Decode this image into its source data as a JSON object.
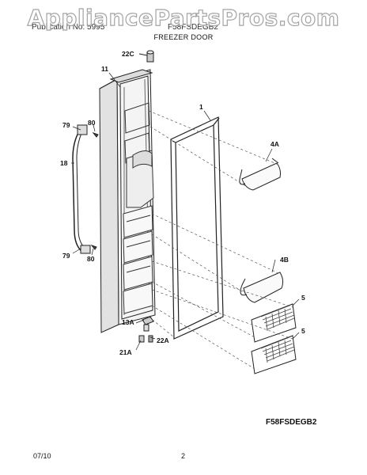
{
  "watermark": "AppliancePartsPros.com",
  "header": {
    "left_text": "Publication No: 5995",
    "right_text": "F58FSDEGB2",
    "section_title": "FREEZER DOOR"
  },
  "callouts": {
    "c22C": "22C",
    "c11": "11",
    "c1": "1",
    "c79_top": "79",
    "c80_top": "80",
    "c18": "18",
    "c79_bottom": "79",
    "c80_bottom": "80",
    "c4A": "4A",
    "c4B": "4B",
    "c5_top": "5",
    "c5_bottom": "5",
    "c13A": "13A",
    "c21A": "21A",
    "c22A": "22A"
  },
  "model_code": "F58FSDEGB2",
  "footer": {
    "date": "07/10",
    "page": "2"
  }
}
